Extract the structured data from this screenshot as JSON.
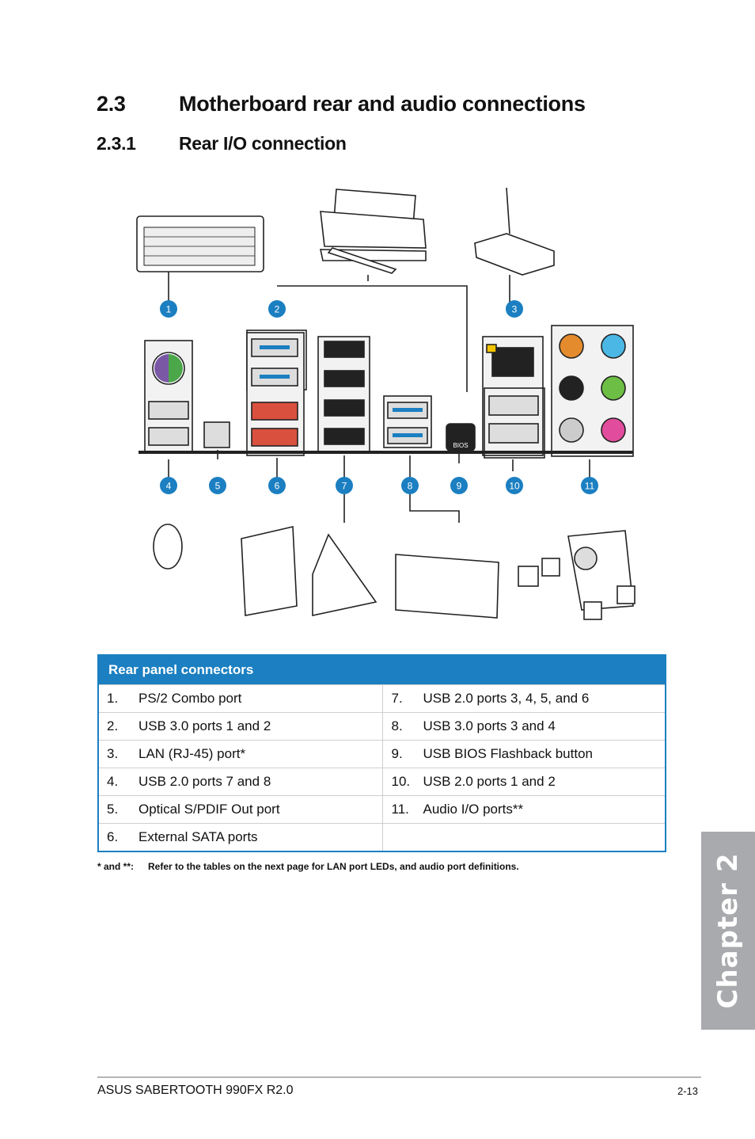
{
  "section": {
    "number": "2.3",
    "title": "Motherboard rear and audio connections"
  },
  "subsection": {
    "number": "2.3.1",
    "title": "Rear I/O connection"
  },
  "diagram": {
    "callouts": [
      "1",
      "2",
      "3",
      "4",
      "5",
      "6",
      "7",
      "8",
      "9",
      "10",
      "11"
    ],
    "bios_label": "BIOS",
    "accent": "#1b7fc1"
  },
  "table": {
    "header": "Rear panel connectors",
    "rows": [
      {
        "left": {
          "n": "1.",
          "label": "PS/2 Combo port"
        },
        "right": {
          "n": "7.",
          "label": "USB 2.0 ports 3, 4, 5, and 6"
        }
      },
      {
        "left": {
          "n": "2.",
          "label": "USB 3.0 ports 1 and 2"
        },
        "right": {
          "n": "8.",
          "label": "USB 3.0 ports 3 and 4"
        }
      },
      {
        "left": {
          "n": "3.",
          "label": "LAN (RJ-45) port*"
        },
        "right": {
          "n": "9.",
          "label": "USB BIOS Flashback button"
        }
      },
      {
        "left": {
          "n": "4.",
          "label": "USB 2.0 ports 7 and 8"
        },
        "right": {
          "n": "10.",
          "label": "USB 2.0 ports 1 and 2"
        }
      },
      {
        "left": {
          "n": "5.",
          "label": "Optical S/PDIF Out port"
        },
        "right": {
          "n": "11.",
          "label": "Audio I/O ports**"
        }
      },
      {
        "left": {
          "n": "6.",
          "label": "External SATA ports"
        },
        "right": {
          "n": "",
          "label": ""
        }
      }
    ]
  },
  "footnote": {
    "mark": "* and **:",
    "text": "Refer to the tables on the next page for LAN port LEDs, and audio port definitions."
  },
  "chapter_tab": "Chapter 2",
  "footer": {
    "left": "ASUS SABERTOOTH 990FX R2.0",
    "right": "2-13"
  }
}
